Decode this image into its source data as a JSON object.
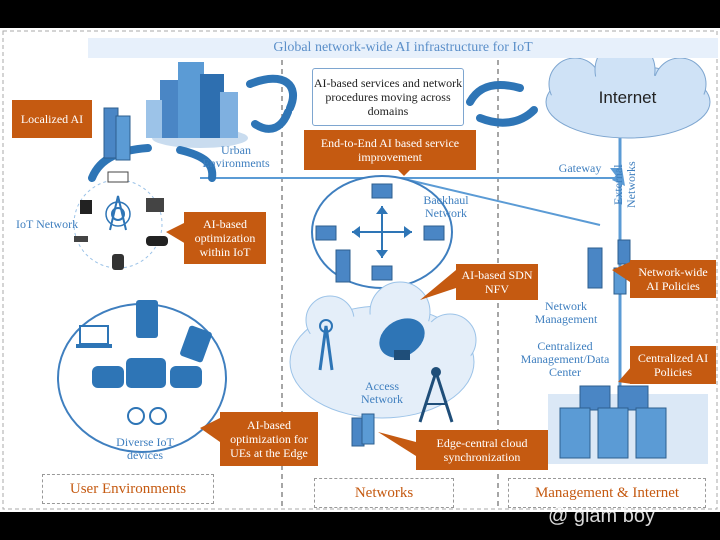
{
  "title": "Global network-wide AI infrastructure for IoT",
  "top_callout": "AI-based services and network procedures moving across domains",
  "internet": "Internet",
  "labels": {
    "urban": "Urban Environments",
    "iot_network": "IoT Network",
    "backhaul": "Backhaul Network",
    "gateway": "Gateway",
    "external": "External Networks",
    "network_mgmt": "Network Management",
    "central_mgmt": "Centralized Management/Data Center",
    "access": "Access Network",
    "diverse": "Diverse IoT devices"
  },
  "orange_boxes": {
    "localized": "Localized AI",
    "e2e": "End-to-End AI based service improvement",
    "iot_opt": "AI-based optimization within IoT",
    "sdn": "AI-based SDN NFV",
    "net_policies": "Network-wide AI Policies",
    "central_policies": "Centralized AI Policies",
    "ue_edge": "AI-based optimization for UEs at the Edge",
    "edge_sync": "Edge-central cloud synchronization"
  },
  "sections": {
    "user": "User Environments",
    "networks": "Networks",
    "mgmt": "Management & Internet"
  },
  "watermark": "@ glam boy",
  "colors": {
    "orange": "#c55a11",
    "blue": "#4a86c5",
    "light_blue": "#dbe8f6",
    "dark_blue": "#2e5f8f"
  }
}
